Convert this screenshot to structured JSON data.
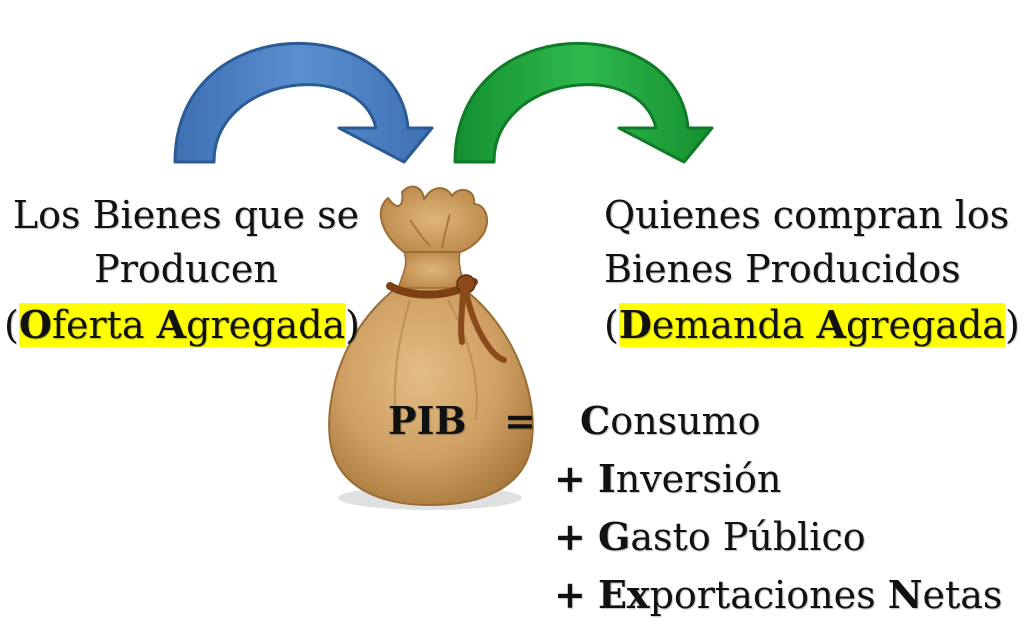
{
  "left_block": {
    "line1": "Los Bienes que se",
    "line2": "Producen",
    "paren_open": "(",
    "hl_first_letter": "O",
    "hl_rest_1": "ferta ",
    "hl_second_letter": "A",
    "hl_rest_2": "gregada",
    "paren_close": ")"
  },
  "right_block": {
    "line1": "Quienes compran los",
    "line2": "Bienes Producidos",
    "paren_open": "(",
    "hl_first_letter": "D",
    "hl_rest_1": "emanda ",
    "hl_second_letter": "A",
    "hl_rest_2": "gregada",
    "paren_close": ")"
  },
  "formula": {
    "lhs": "PIB",
    "equals": "=",
    "term1_initial": "C",
    "term1_rest": "onsumo",
    "plus": "+",
    "term2_initial": "I",
    "term2_rest": "nversión",
    "term3_initial": "G",
    "term3_rest": "asto Público",
    "term4_part1": "E",
    "term4_part2": "x",
    "term4_part3": "portaciones ",
    "term4_part4": "N",
    "term4_part5": "etas"
  },
  "colors": {
    "arrow_left": "#4a7fc0",
    "arrow_right": "#1aa03a",
    "highlight": "#ffff00",
    "bag": "#d2a468",
    "rope": "#8b4a1a"
  },
  "icons": [
    "curved-arrow-blue-icon",
    "curved-arrow-green-icon",
    "money-bag-icon"
  ]
}
